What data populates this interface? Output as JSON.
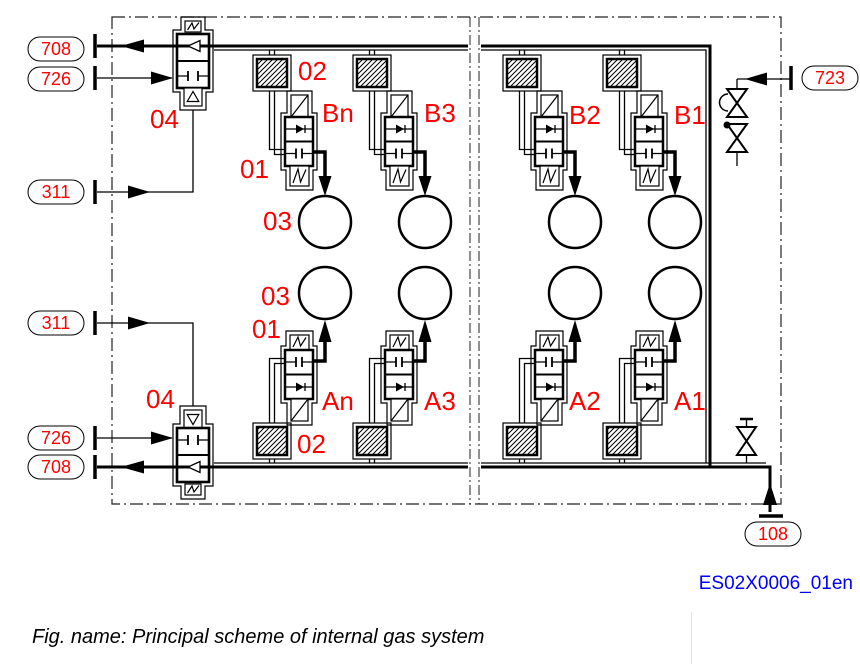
{
  "figure": {
    "doc_code": "ES02X0006_01en",
    "caption": "Fig. name: Principal scheme of internal gas system"
  },
  "colors": {
    "label_red": "#ff0000",
    "doc_code_blue": "#0000ff",
    "line_black": "#000000",
    "background": "#ffffff"
  },
  "port_labels": {
    "top_708": "708",
    "top_726": "726",
    "top_311": "311",
    "bottom_311": "311",
    "bottom_726": "726",
    "bottom_708": "708",
    "right_723": "723",
    "bottom_108": "108"
  },
  "component_labels": {
    "regulator_top": "04",
    "regulator_bottom": "04",
    "filter_top": "02",
    "filter_bottom": "02",
    "pilot_valve_top": "01",
    "pilot_valve_bottom": "01",
    "cylinder_top": "03",
    "cylinder_bottom": "03",
    "top_valves": [
      "Bn",
      "B3",
      "B2",
      "B1"
    ],
    "bottom_valves": [
      "An",
      "A3",
      "A2",
      "A1"
    ]
  }
}
